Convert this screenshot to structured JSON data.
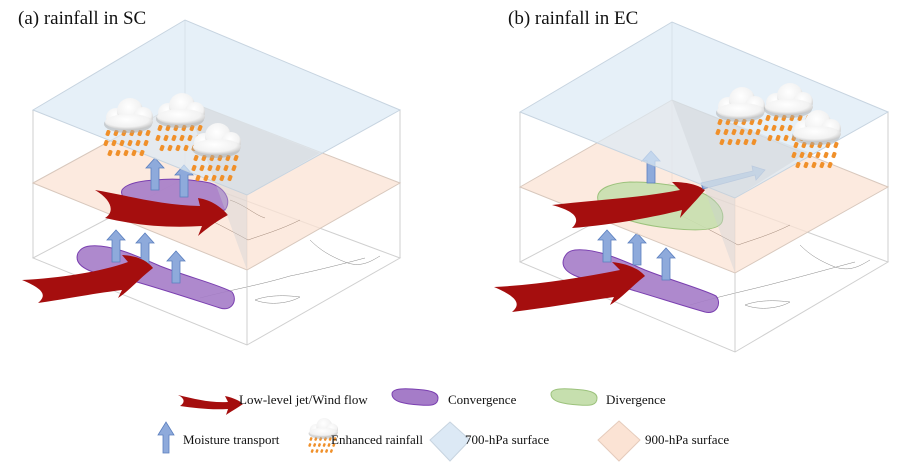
{
  "panels": [
    {
      "id": "a",
      "title": "(a) rainfall in SC"
    },
    {
      "id": "b",
      "title": "(b) rainfall in EC"
    }
  ],
  "legend": {
    "items": [
      {
        "key": "jet",
        "label": "Low-level jet/Wind flow"
      },
      {
        "key": "convergence",
        "label": "Convergence"
      },
      {
        "key": "divergence",
        "label": "Divergence"
      },
      {
        "key": "moisture",
        "label": "Moisture transport"
      },
      {
        "key": "rainfall",
        "label": "Enhanced rainfall"
      },
      {
        "key": "surface700",
        "label": "700-hPa surface"
      },
      {
        "key": "surface900",
        "label": "900-hPa surface"
      }
    ]
  },
  "colors": {
    "jet": "#a50e0e",
    "convergence": "#a57cc8",
    "convergence_stroke": "#7a3fb0",
    "divergence": "#c6dfae",
    "divergence_stroke": "#9cc27c",
    "moisture": "#8eaadb",
    "moisture_stroke": "#5b7fbf",
    "rain": "#f0902a",
    "surface700": "#dce9f5",
    "surface900": "#fbe3d4",
    "box_edge": "#c8c8c8"
  }
}
